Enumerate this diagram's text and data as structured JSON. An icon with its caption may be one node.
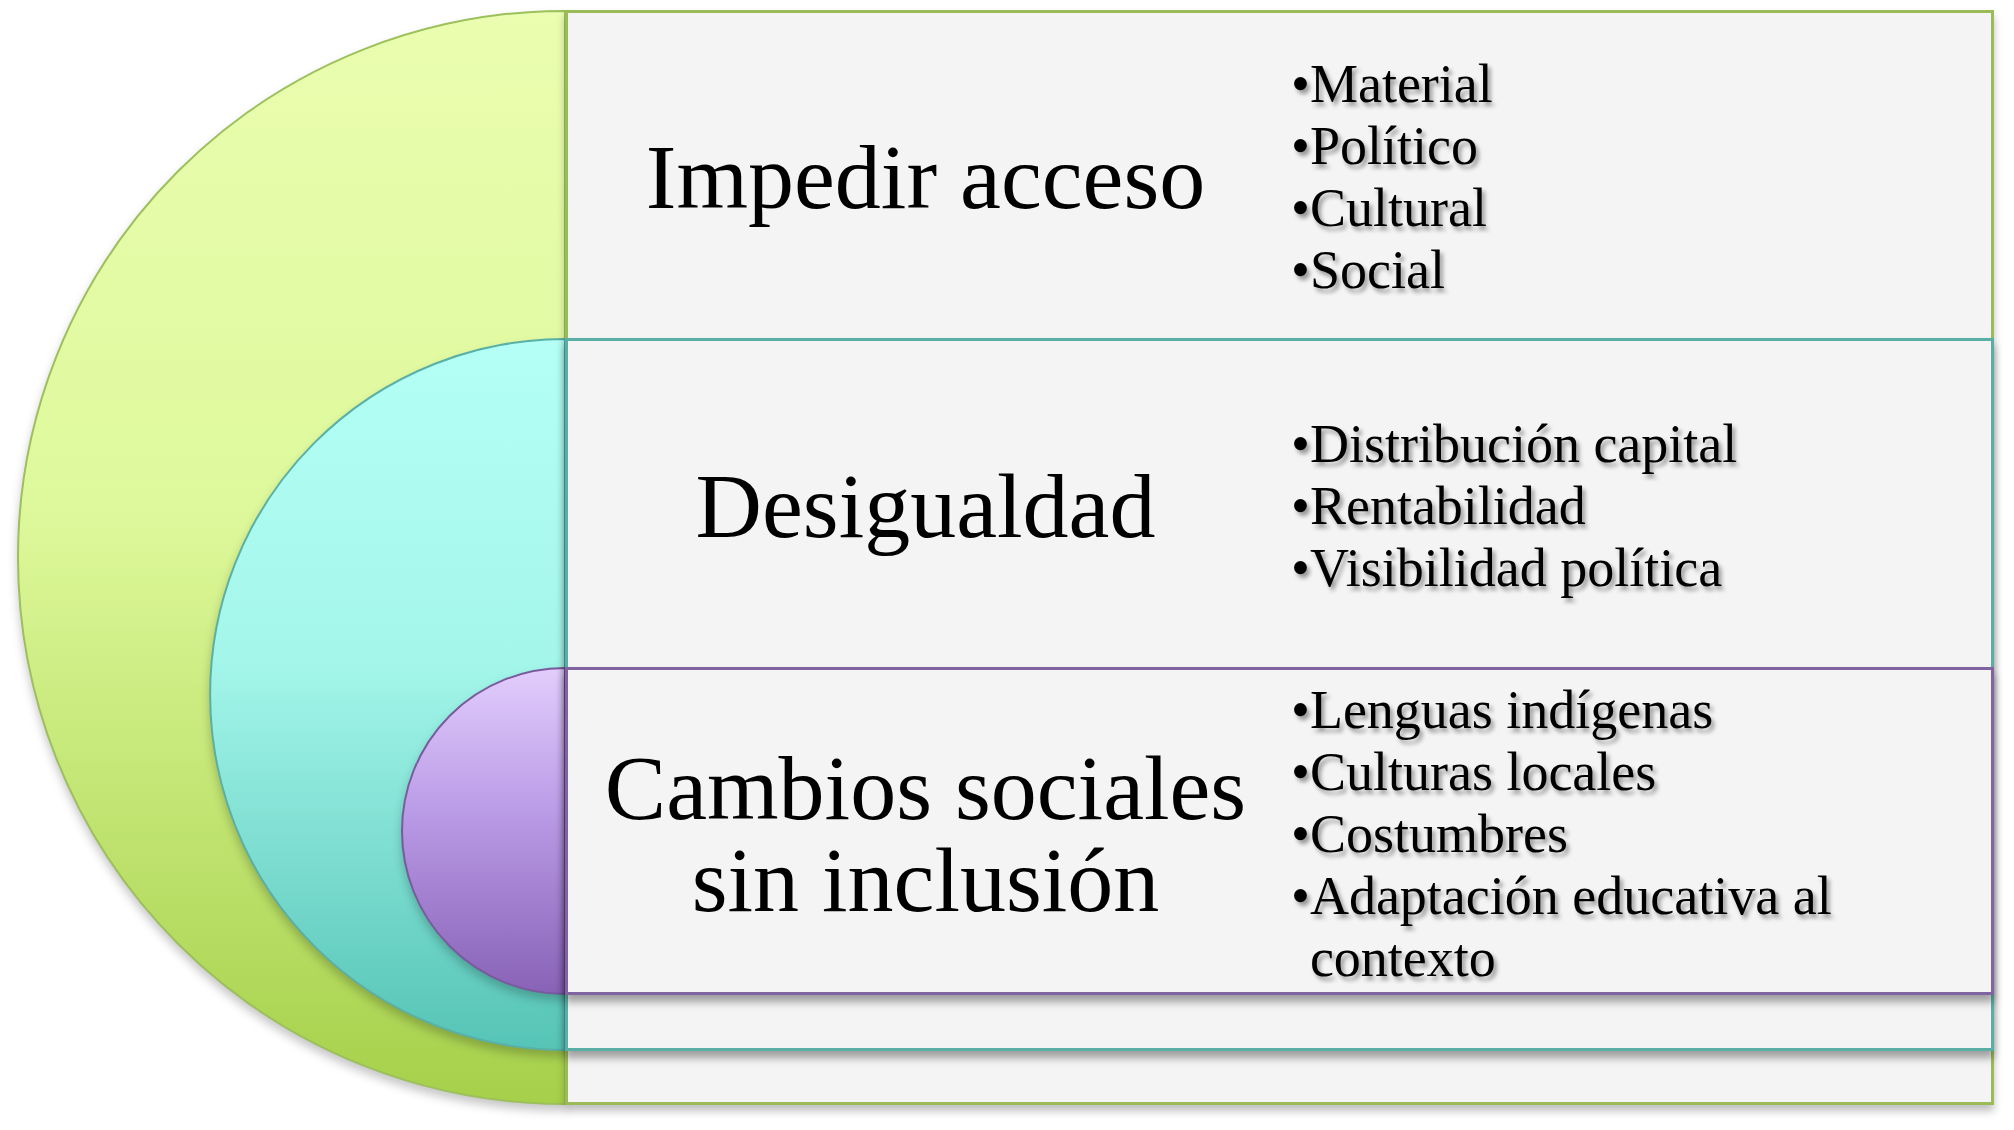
{
  "diagram": {
    "nodes": [
      {
        "text": [],
        "shape": "semicircle"
      },
      {
        "text": [
          "Impedir acceso",
          "•Material",
          "•Político",
          "•Cultural",
          "•Social"
        ]
      },
      {
        "text": [],
        "shape": "semicircle",
        "in": 0
      },
      {
        "text": [
          "Desigualdad",
          "•Distribución capital",
          "•Rentabilidad",
          "•Visibilidad política"
        ],
        "in": 1
      },
      {
        "text": [],
        "shape": "semicircle",
        "in": 2
      },
      {
        "text": [
          "Cambios sociales sin inclusión",
          "•Lenguas indígenas",
          "•Culturas locales",
          "•Costumbres",
          "•Adaptación educativa al contexto"
        ],
        "in": 3
      }
    ]
  }
}
